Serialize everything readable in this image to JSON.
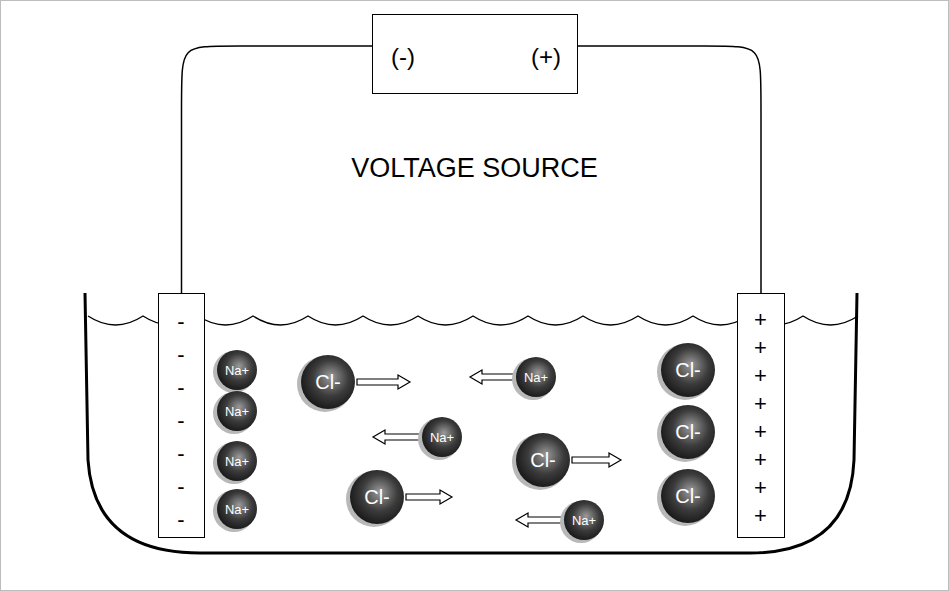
{
  "diagram": {
    "nodes": [
      {
        "text": [
          "(-)",
          "(+)",
          "VOLTAGE SOURCE"
        ]
      },
      {
        "text": [
          "-",
          "-",
          "-",
          "-",
          "-",
          "-",
          "-"
        ]
      },
      {
        "text": [
          "+",
          "+",
          "+",
          "+",
          "+",
          "+",
          "+",
          "+"
        ]
      },
      {
        "text": [
          "Na+"
        ]
      },
      {
        "text": [
          "Na+"
        ]
      },
      {
        "text": [
          "Na+"
        ]
      },
      {
        "text": [
          "Na+"
        ]
      },
      {
        "text": [
          "Cl-"
        ]
      },
      {
        "text": [
          "Na+"
        ]
      },
      {
        "text": [
          "Na+"
        ]
      },
      {
        "text": [
          "Cl-"
        ]
      },
      {
        "text": [
          "Cl-"
        ]
      },
      {
        "text": [
          "Na+"
        ]
      },
      {
        "text": [
          "Cl-"
        ]
      },
      {
        "text": [
          "Cl-"
        ]
      },
      {
        "text": [
          "Cl-"
        ]
      }
    ],
    "edges": [
      {
        "from": 0,
        "to": 1,
        "arrow": "none"
      },
      {
        "from": 0,
        "to": 2,
        "arrow": "none"
      }
    ]
  }
}
